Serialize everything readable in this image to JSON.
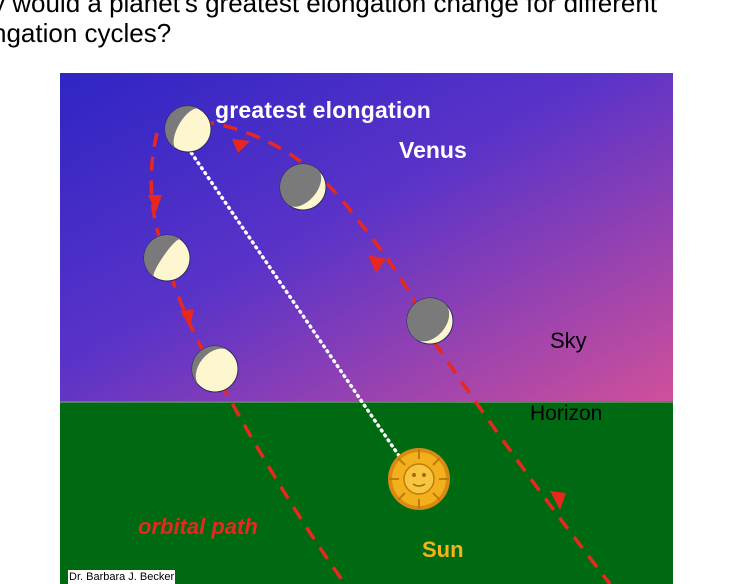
{
  "question": {
    "line1": "y would a planet's greatest elongation change for different",
    "line2": "ngation cycles?"
  },
  "diagram": {
    "labels": {
      "greatest_elongation": "greatest elongation",
      "venus": "Venus",
      "sky": "Sky",
      "horizon": "Horizon",
      "orbital_path": "orbital path",
      "sun": "Sun"
    },
    "credit": "Dr. Barbara J. Becker",
    "colors": {
      "sky_top": "#3a2fc9",
      "sky_bottom": "#c24a9c",
      "ground": "#006a12",
      "orbit_path": "#e8281f",
      "sun": "#f2b01d",
      "planet_lit": "#fdf6cf",
      "planet_dark": "#7a7a7a"
    },
    "icons": [
      "venus-planet-icon",
      "sun-icon",
      "path-arrow-icon"
    ]
  }
}
